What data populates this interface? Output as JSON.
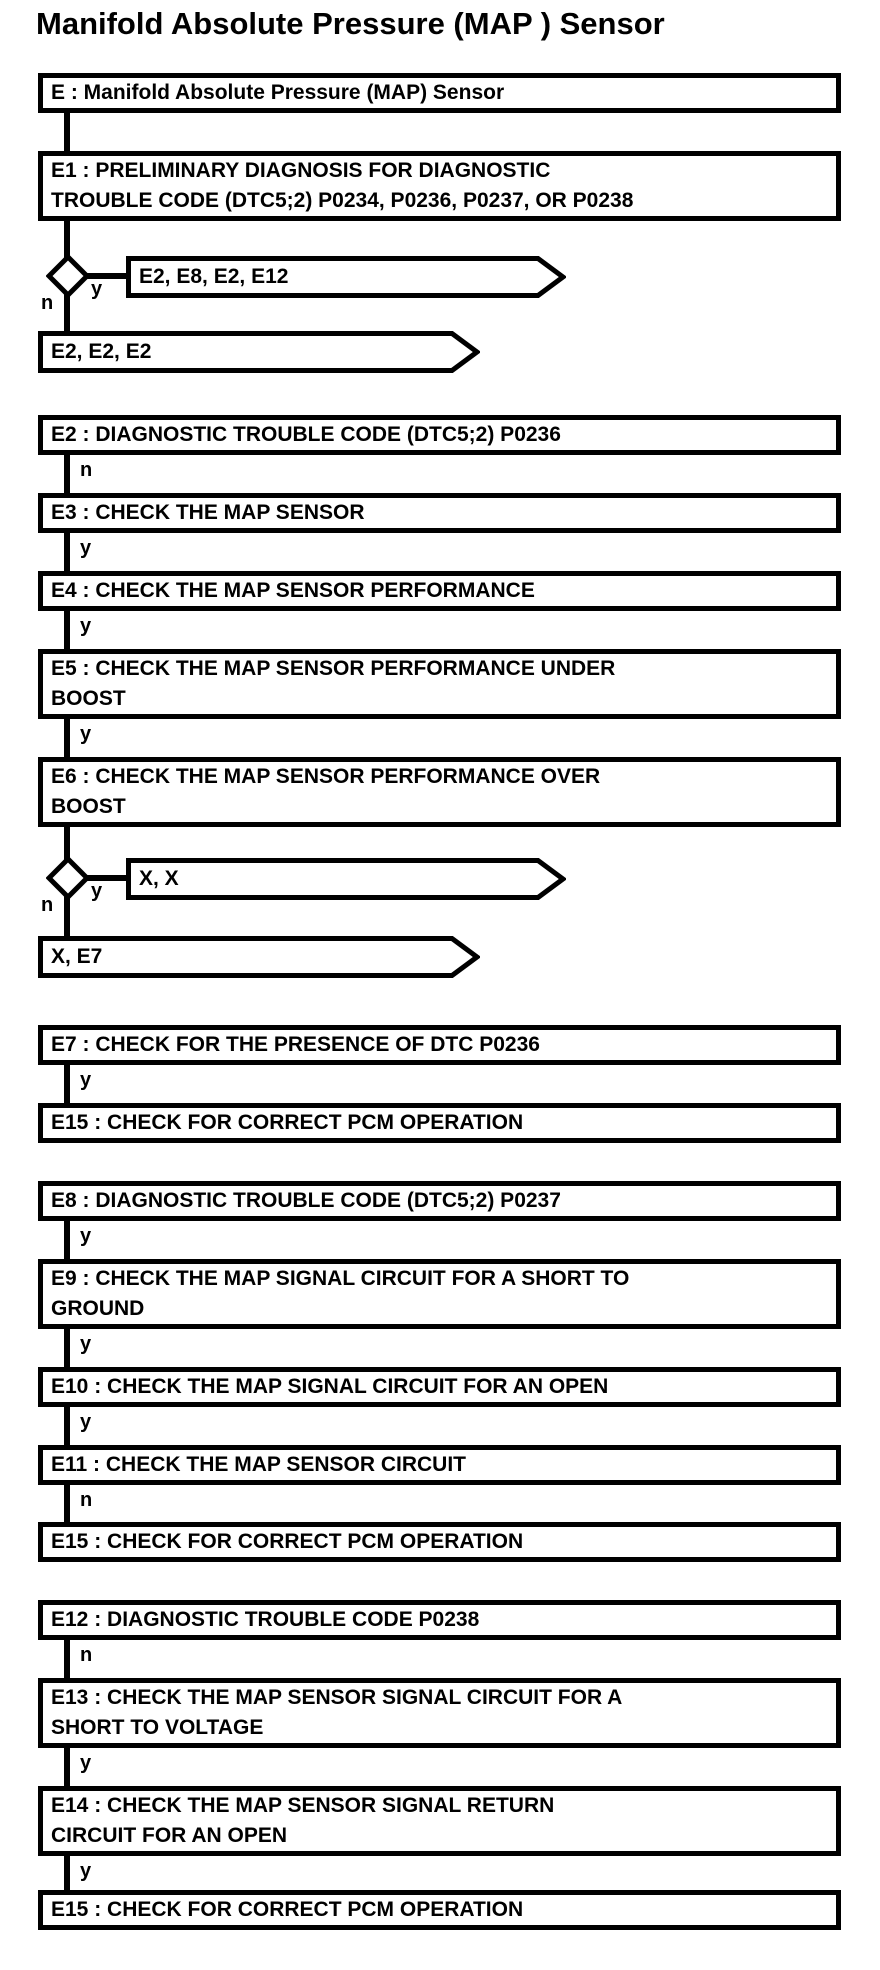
{
  "page_title": "Manifold Absolute Pressure (MAP ) Sensor",
  "colors": {
    "ink": "#000000",
    "background": "#ffffff"
  },
  "flow": {
    "branch_labels": {
      "yes": "y",
      "no": "n"
    },
    "nodes": {
      "e": {
        "label": "E : Manifold Absolute Pressure (MAP) Sensor"
      },
      "e1": {
        "label": "E1 : PRELIMINARY DIAGNOSIS FOR DIAGNOSTIC\nTROUBLE CODE (DTC5;2) P0234, P0236, P0237, OR P0238"
      },
      "e2": {
        "label": "E2 : DIAGNOSTIC TROUBLE CODE (DTC5;2) P0236"
      },
      "e3": {
        "label": "E3 : CHECK THE MAP SENSOR"
      },
      "e4": {
        "label": "E4 : CHECK THE MAP SENSOR PERFORMANCE"
      },
      "e5": {
        "label": "E5 : CHECK THE MAP SENSOR PERFORMANCE UNDER\nBOOST"
      },
      "e6": {
        "label": "E6 : CHECK THE MAP SENSOR PERFORMANCE OVER\nBOOST"
      },
      "e7": {
        "label": "E7 : CHECK FOR THE PRESENCE OF DTC P0236"
      },
      "e8": {
        "label": "E8 : DIAGNOSTIC TROUBLE CODE (DTC5;2) P0237"
      },
      "e9": {
        "label": "E9 : CHECK THE MAP SIGNAL CIRCUIT FOR A SHORT TO\nGROUND"
      },
      "e10": {
        "label": "E10 : CHECK THE MAP SIGNAL CIRCUIT FOR AN OPEN"
      },
      "e11": {
        "label": "E11 : CHECK THE MAP SENSOR CIRCUIT"
      },
      "e12": {
        "label": "E12 : DIAGNOSTIC TROUBLE CODE P0238"
      },
      "e13": {
        "label": "E13 : CHECK THE MAP SENSOR SIGNAL CIRCUIT FOR A\nSHORT TO VOLTAGE"
      },
      "e14": {
        "label": "E14 : CHECK THE MAP SENSOR SIGNAL RETURN\nCIRCUIT FOR AN OPEN"
      },
      "e15": {
        "label": "E15 : CHECK FOR CORRECT PCM OPERATION"
      }
    },
    "offpage_arrows": {
      "a1": {
        "label": "E2, E8, E2, E12"
      },
      "b1": {
        "label": "E2, E2, E2"
      },
      "a2": {
        "label": "X, X"
      },
      "b2": {
        "label": "X, E7"
      }
    }
  }
}
